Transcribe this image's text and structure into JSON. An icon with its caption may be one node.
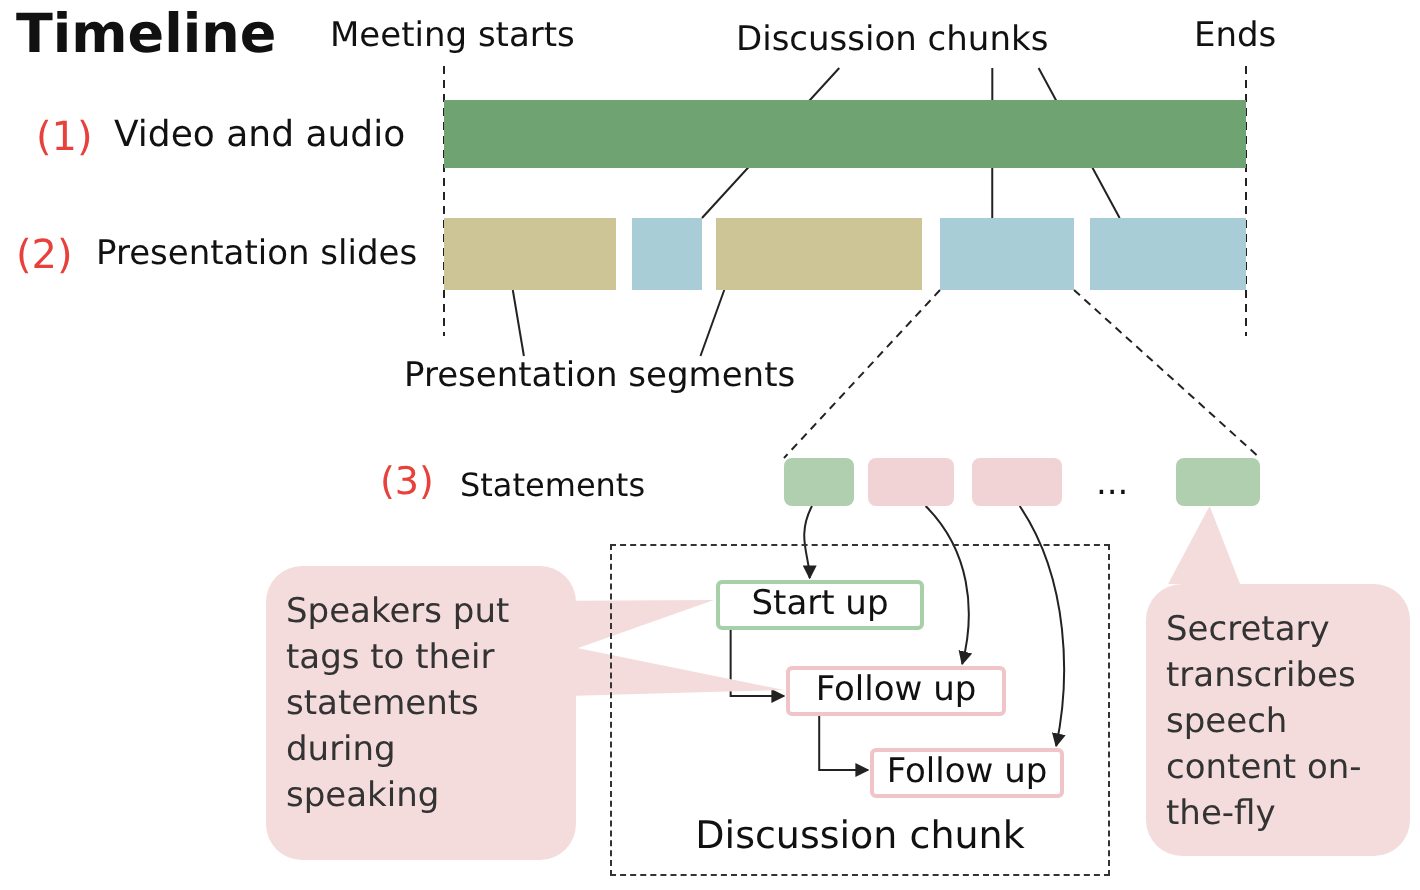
{
  "diagram": {
    "title": "Timeline",
    "nodes": [
      {
        "text": [],
        "shape": "bar"
      },
      {
        "text": [],
        "shape": "bar"
      },
      {
        "text": [],
        "shape": "bar"
      },
      {
        "text": [],
        "shape": "bar"
      },
      {
        "text": [],
        "shape": "bar"
      },
      {
        "text": [],
        "shape": "bar"
      },
      {
        "text": [
          "Discussion chunks"
        ]
      },
      {
        "text": [
          "Presentation segments"
        ]
      },
      {
        "text": [],
        "shape": "bar"
      },
      {
        "text": [],
        "shape": "bar"
      },
      {
        "text": [],
        "shape": "bar"
      },
      {
        "text": [],
        "shape": "bar"
      },
      {
        "text": [
          "Discussion chunk"
        ]
      },
      {
        "text": [
          "Start up"
        ],
        "in": 12
      },
      {
        "text": [
          "Follow up"
        ],
        "in": 12
      },
      {
        "text": [
          "Follow up"
        ],
        "in": 12
      },
      {
        "text": [
          "Speakers put tags to their statements during speaking"
        ]
      },
      {
        "text": [
          "Secretary transcribes speech content on-the-fly"
        ]
      }
    ],
    "edges": [
      {
        "from": 6,
        "to": 2,
        "arrow": "none"
      },
      {
        "from": 6,
        "to": 4,
        "arrow": "none"
      },
      {
        "from": 6,
        "to": 5,
        "arrow": "none"
      },
      {
        "from": 7,
        "to": 1,
        "arrow": "none"
      },
      {
        "from": 7,
        "to": 3,
        "arrow": "none"
      },
      {
        "from": 4,
        "to": 8,
        "arrow": "none",
        "style": "dashed"
      },
      {
        "from": 4,
        "to": 11,
        "arrow": "none",
        "style": "dashed"
      },
      {
        "from": 8,
        "to": 13,
        "arrow": "to"
      },
      {
        "from": 9,
        "to": 14,
        "arrow": "to"
      },
      {
        "from": 10,
        "to": 15,
        "arrow": "to"
      },
      {
        "from": 13,
        "to": 14,
        "arrow": "to"
      },
      {
        "from": 14,
        "to": 15,
        "arrow": "to"
      },
      {
        "from": 16,
        "to": 13,
        "arrow": "to"
      },
      {
        "from": 16,
        "to": 14,
        "arrow": "to"
      },
      {
        "from": 17,
        "to": 11,
        "arrow": "to"
      }
    ],
    "labels": [
      "Meeting starts",
      "Ends",
      "(1)",
      "Video and audio",
      "(2)",
      "Presentation slides",
      "(3)",
      "Statements",
      "..."
    ]
  }
}
